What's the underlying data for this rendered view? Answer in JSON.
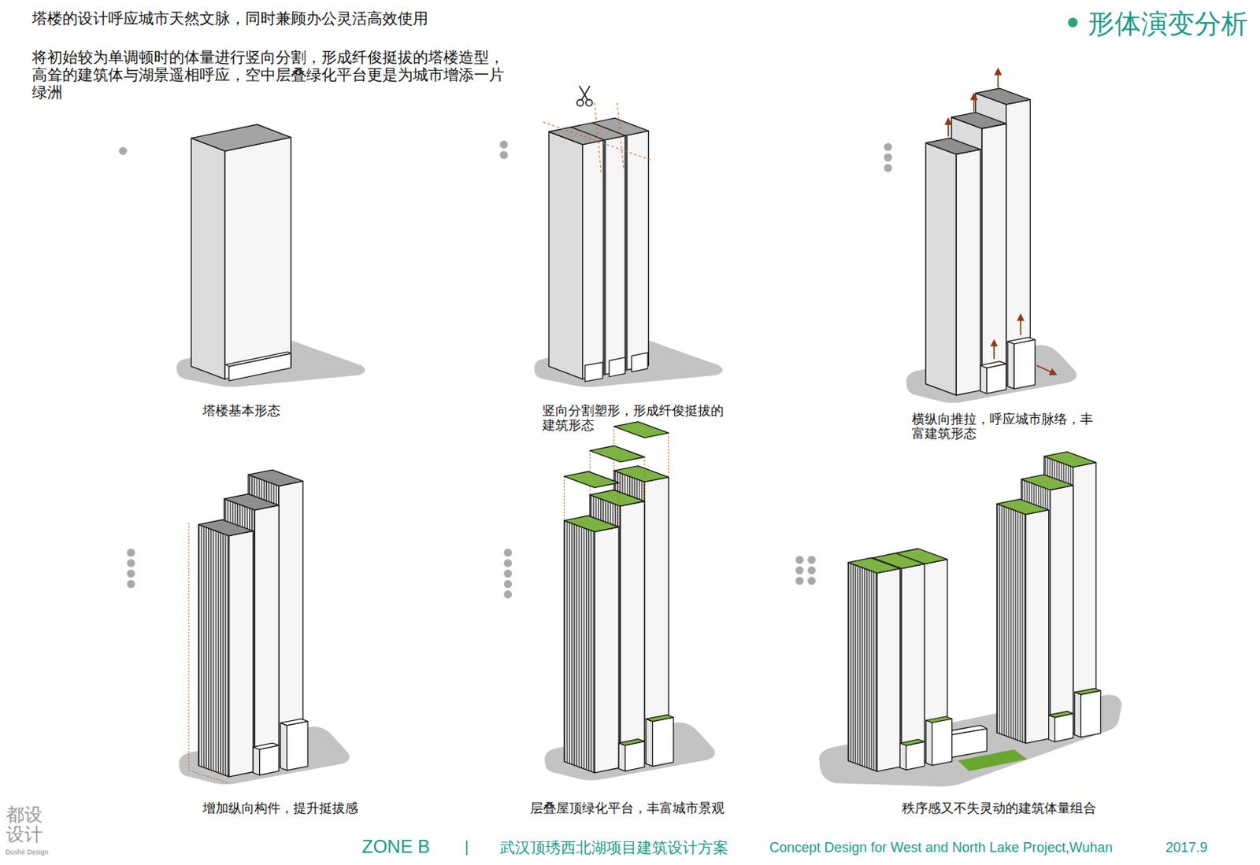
{
  "diagram": {
    "title": "形体演变分析",
    "labels": [
      "塔楼的设计呼应城市天然文脉，同时兼顾办公灵活高效使用",
      "将初始较为单调顿时的体量进行竖向分割，形成纤俊挺拔的塔楼造型， 高耸的建筑体与湖景遥相呼应，空中层叠绿化平台更是为城市增添一片 绿洲",
      "塔楼基本形态",
      "竖向分割塑形，形成纤俊挺拔的 建筑形态",
      "横纵向推拉，呼应城市脉络，丰 富建筑形态",
      "增加纵向构件，提升挺拔感",
      "层叠屋顶绿化平台，丰富城市景观",
      "秩序感又不失灵动的建筑体量组合",
      "ZONE B",
      "|",
      "武汉顶琇西北湖项目建筑设计方案",
      "Concept Design for West and North Lake Project,Wuhan",
      "2017.9",
      "都设 设计",
      "Dushé Design"
    ]
  }
}
